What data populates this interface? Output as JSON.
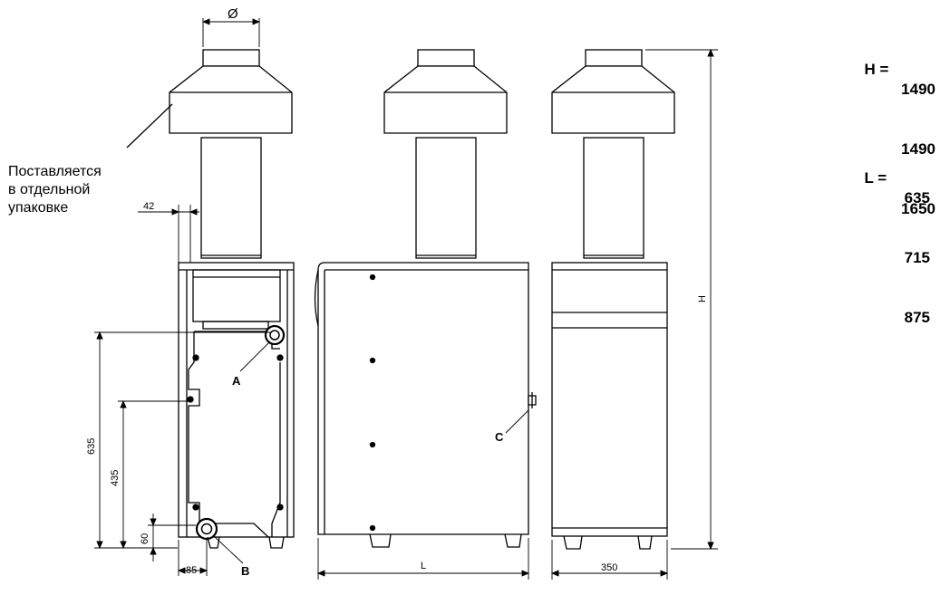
{
  "note": {
    "line1": "Поставляется",
    "line2": "в отдельной",
    "line3": "упаковке"
  },
  "specs": {
    "H": {
      "label": "H =",
      "values": [
        "1490",
        "1490",
        "1650"
      ]
    },
    "L": {
      "label": "L =",
      "values": [
        "635",
        "715",
        "875"
      ]
    }
  },
  "dimensions": {
    "flue_diameter": "Ø",
    "offset_42": "42",
    "height_635": "635",
    "height_435": "435",
    "height_60": "60",
    "width_85": "85",
    "length_L": "L",
    "depth_350": "350",
    "height_H": "H"
  },
  "connections": {
    "A": "A",
    "B": "B",
    "C": "C"
  }
}
